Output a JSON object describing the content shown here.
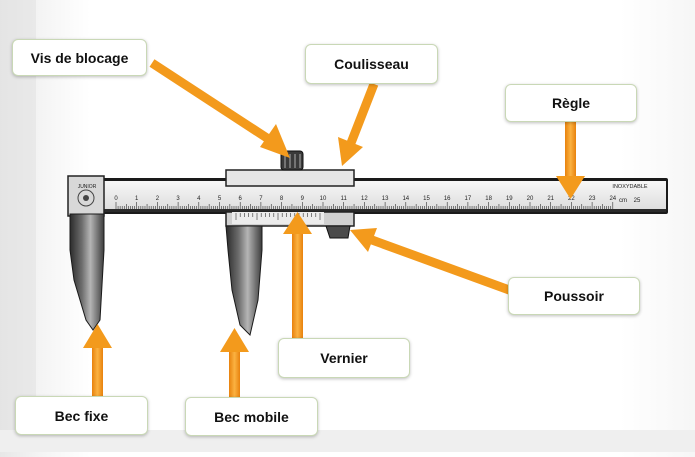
{
  "labels": {
    "vis_de_blocage": "Vis de blocage",
    "coulisseau": "Coulisseau",
    "regle": "Règle",
    "poussoir": "Poussoir",
    "vernier": "Vernier",
    "bec_fixe": "Bec fixe",
    "bec_mobile": "Bec mobile"
  },
  "caliper": {
    "brand": "JUNIOR",
    "material": "INOXYDABLE",
    "scale_numbers": [
      "0",
      "1",
      "2",
      "3",
      "4",
      "5",
      "6",
      "7",
      "8",
      "9",
      "10",
      "11",
      "12",
      "13",
      "14",
      "15",
      "16",
      "17",
      "18",
      "19",
      "20",
      "21",
      "22",
      "23",
      "24"
    ],
    "scale_unit": "cm",
    "scale_end": "25"
  },
  "colors": {
    "arrow": "#f39a1c",
    "label_border": "#c9d8b6",
    "steel": "#d9d9d9",
    "jaw_dark": "#3a3a3a"
  }
}
